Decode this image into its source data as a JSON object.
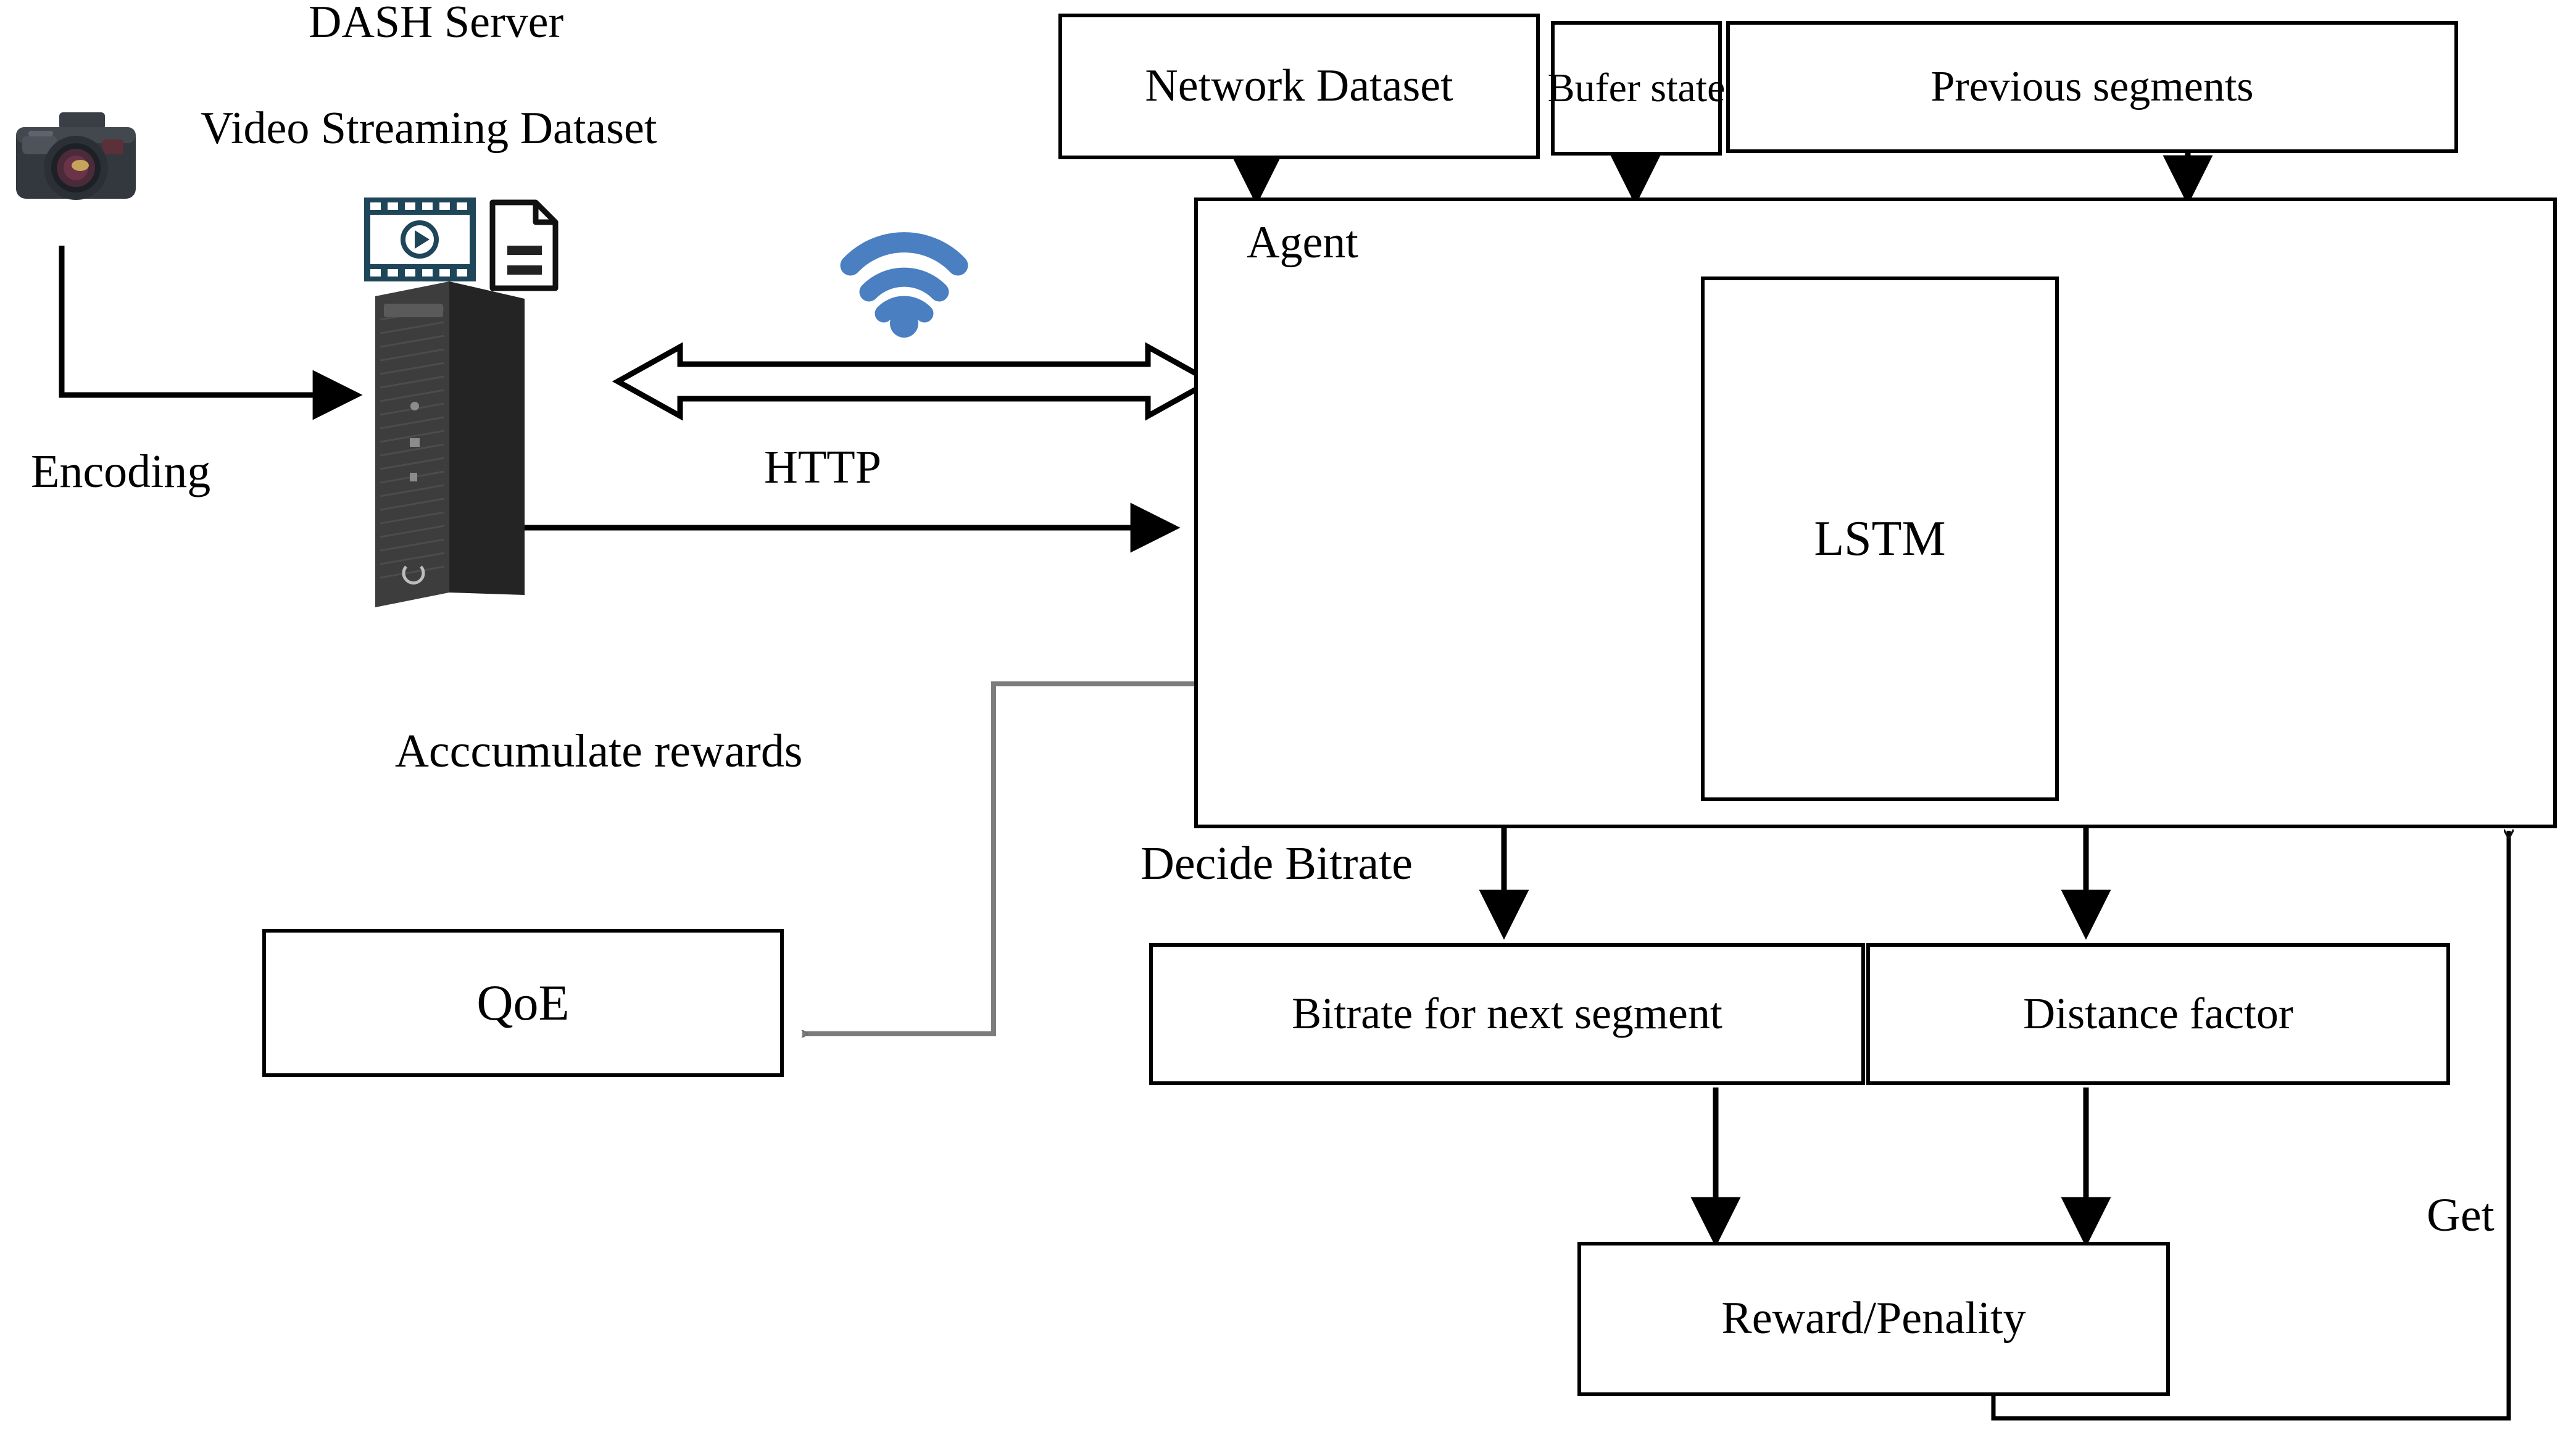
{
  "diagram": {
    "title_labels": {
      "dash_server": "DASH Server",
      "video_streaming_dataset": "Video Streaming Dataset"
    },
    "boxes": {
      "network_dataset": "Network Dataset",
      "bufer_state": "Bufer state",
      "previous_segments": "Previous segments",
      "agent": "Agent",
      "lstm": "LSTM",
      "qoe": "QoE",
      "bitrate_next_segment": "Bitrate for next segment",
      "distance_factor": "Distance factor",
      "reward_penality": "Reward/Penality"
    },
    "edge_labels": {
      "encoding": "Encoding",
      "http": "HTTP",
      "accumulate_rewards": "Acccumulate rewards",
      "decide_bitrate": "Decide Bitrate",
      "get": "Get"
    },
    "icons": {
      "camera": "camera-icon",
      "film": "film-strip-icon",
      "document": "document-icon",
      "server": "server-tower-icon",
      "wifi": "wifi-icon"
    },
    "colors": {
      "stroke": "#000000",
      "background": "#ffffff",
      "wifi_blue": "#4a7fc1",
      "film_teal": "#1e4558",
      "gray_arrow": "#7c7c7c",
      "server_dark": "#2b2b2b"
    }
  }
}
